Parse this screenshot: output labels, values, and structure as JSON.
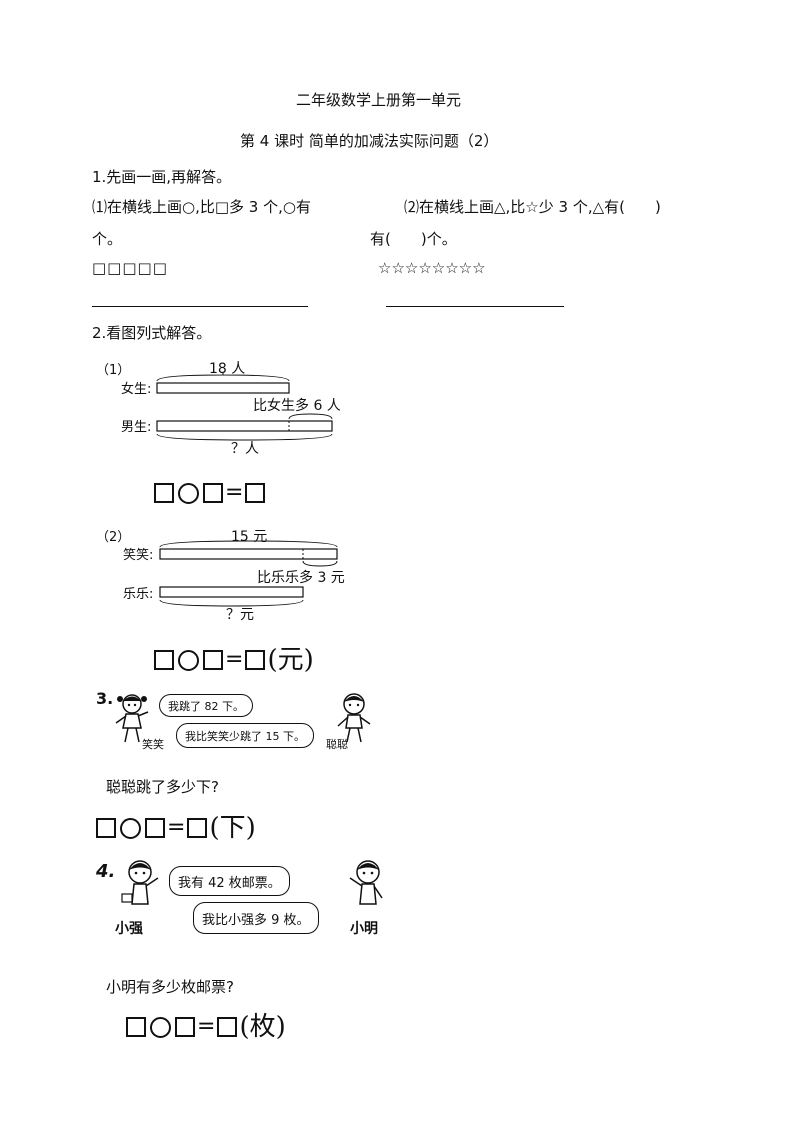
{
  "header": {
    "title": "二年级数学上册第一单元",
    "subtitle": "第 4 课时 简单的加减法实际问题（2）"
  },
  "q1": {
    "heading": "1.先画一画,再解答。",
    "part1_line1": "⑴在横线上画○,比□多 3 个,○有",
    "part1_line2": "个。",
    "part1_shapes": "□□□□□",
    "part2_line1": "⑵在横线上画△,比☆少 3 个,△有(　　)",
    "part2_line2": "有(　　)个。",
    "part2_shapes": "☆☆☆☆☆☆☆☆"
  },
  "q2": {
    "heading": "2.看图列式解答。",
    "d1": {
      "num": "（1）",
      "label_girls": "女生:",
      "label_boys": "男生:",
      "top": "18 人",
      "diff": "比女生多 6 人",
      "bottom": "？人"
    },
    "d2": {
      "num": "（2）",
      "label_a": "笑笑:",
      "label_b": "乐乐:",
      "top": "15 元",
      "diff": "比乐乐多 3 元",
      "bottom": "？元"
    },
    "eq1_unit": "",
    "eq2_unit": "(元)",
    "equals": "="
  },
  "q3": {
    "num": "3.",
    "bubble1": "我跳了 82 下。",
    "bubble2": "我比笑笑少跳了 15 下。",
    "name_left": "笑笑",
    "name_right": "聪聪",
    "question": "聪聪跳了多少下?",
    "unit": "(下)"
  },
  "q4": {
    "num": "4.",
    "bubble1": "我有 42 枚邮票。",
    "bubble2": "我比小强多 9 枚。",
    "name_left": "小强",
    "name_right": "小明",
    "question": "小明有多少枚邮票?",
    "unit": "(枚)"
  }
}
